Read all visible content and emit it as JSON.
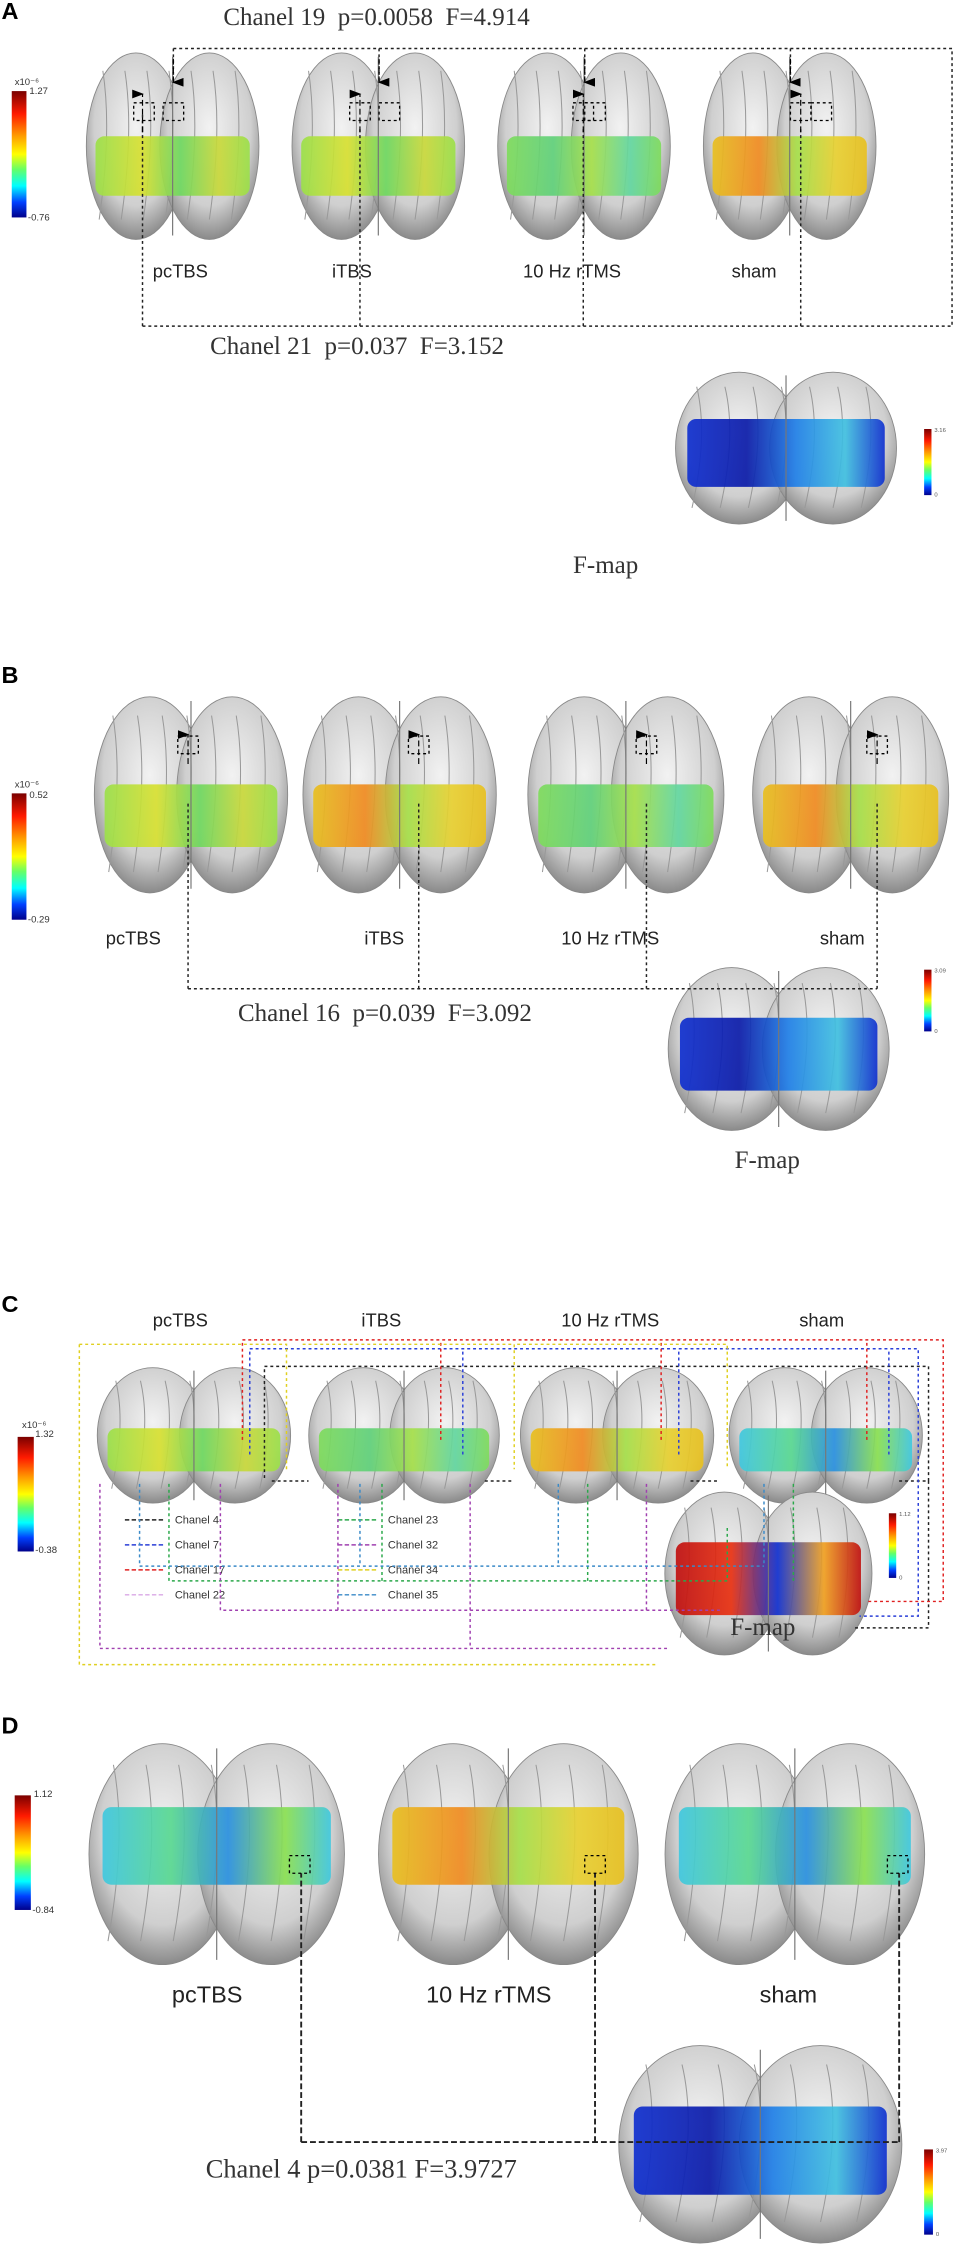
{
  "panels": {
    "A": {
      "letter": "A",
      "title_top": "Chanel 19  p=0.0058  F=4.914",
      "title_bottom": "Chanel 21  p=0.037  F=3.152",
      "conditions": [
        "pcTBS",
        "iTBS",
        "10 Hz rTMS",
        "sham"
      ],
      "colorbar": {
        "exponent": "x10⁻⁶",
        "max": "1.27",
        "min": "-0.76"
      },
      "fmap": {
        "label": "F-map",
        "max": "3.16",
        "min": "0"
      }
    },
    "B": {
      "letter": "B",
      "title_bottom": "Chanel 16  p=0.039  F=3.092",
      "conditions": [
        "pcTBS",
        "iTBS",
        "10 Hz rTMS",
        "sham"
      ],
      "colorbar": {
        "exponent": "x10⁻⁶",
        "max": "0.52",
        "min": "-0.29"
      },
      "fmap": {
        "label": "F-map",
        "max": "3.09",
        "min": "0"
      }
    },
    "C": {
      "letter": "C",
      "conditions": [
        "pcTBS",
        "iTBS",
        "10 Hz rTMS",
        "sham"
      ],
      "colorbar": {
        "exponent": "x10⁻⁶",
        "max": "1.32",
        "min": "-0.38"
      },
      "fmap": {
        "label": "F-map",
        "max": "1.12",
        "min": "0"
      },
      "legend": [
        {
          "label": "Chanel 4",
          "color": "#222222"
        },
        {
          "label": "Chanel 7",
          "color": "#2a3fd8"
        },
        {
          "label": "Chanel 17",
          "color": "#e02020"
        },
        {
          "label": "Chanel 22",
          "color": "#d9a8e6"
        },
        {
          "label": "Chanel 23",
          "color": "#2aa84a"
        },
        {
          "label": "Chanel 32",
          "color": "#a040b0"
        },
        {
          "label": "Chanel 34",
          "color": "#e0d020"
        },
        {
          "label": "Chanel 35",
          "color": "#3a8ac8"
        }
      ]
    },
    "D": {
      "letter": "D",
      "title_bottom": "Chanel 4 p=0.0381 F=3.9727",
      "conditions": [
        "pcTBS",
        "10 Hz rTMS",
        "sham"
      ],
      "colorbar": {
        "max": "1.12",
        "min": "-0.84"
      },
      "fmap": {
        "max": "3.97",
        "min": "0"
      }
    }
  }
}
